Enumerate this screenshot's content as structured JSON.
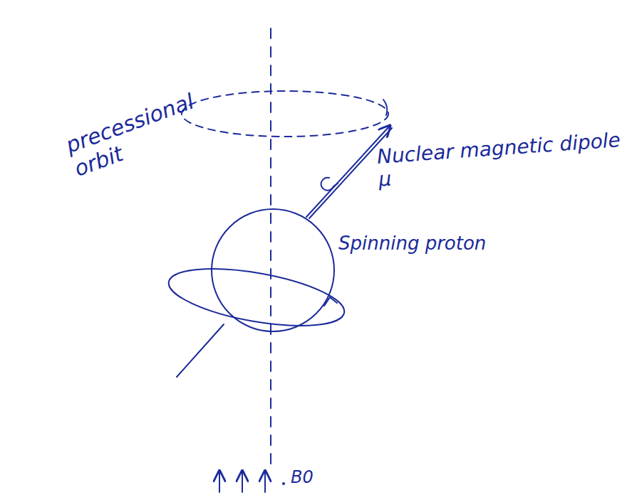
{
  "diagram": {
    "nodes": [
      {
        "text": [
          "Spinning proton"
        ]
      }
    ],
    "labels": [
      "precessional orbit",
      "Nuclear magnetic dipole μ",
      "B0"
    ]
  }
}
